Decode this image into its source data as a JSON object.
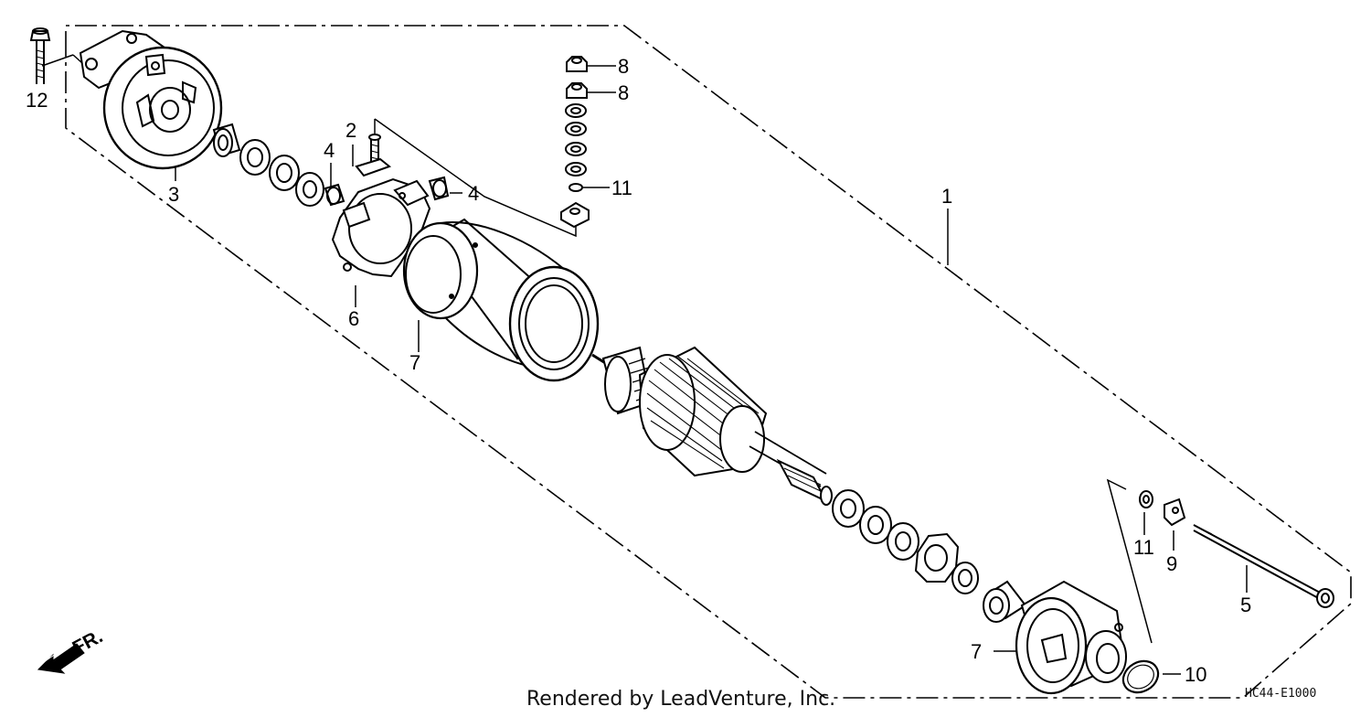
{
  "diagram": {
    "callouts": {
      "c1": "1",
      "c2": "2",
      "c3": "3",
      "c4a": "4",
      "c4b": "4",
      "c5": "5",
      "c6": "6",
      "c7a": "7",
      "c7b": "7",
      "c8a": "8",
      "c8b": "8",
      "c9": "9",
      "c10": "10",
      "c11a": "11",
      "c11b": "11",
      "c12": "12"
    },
    "direction_label": "FR.",
    "direction_icon": "front-direction-arrow-icon",
    "drawing_code": "HC44-E1000"
  },
  "footer": {
    "credit": "Rendered by LeadVenture, Inc."
  }
}
